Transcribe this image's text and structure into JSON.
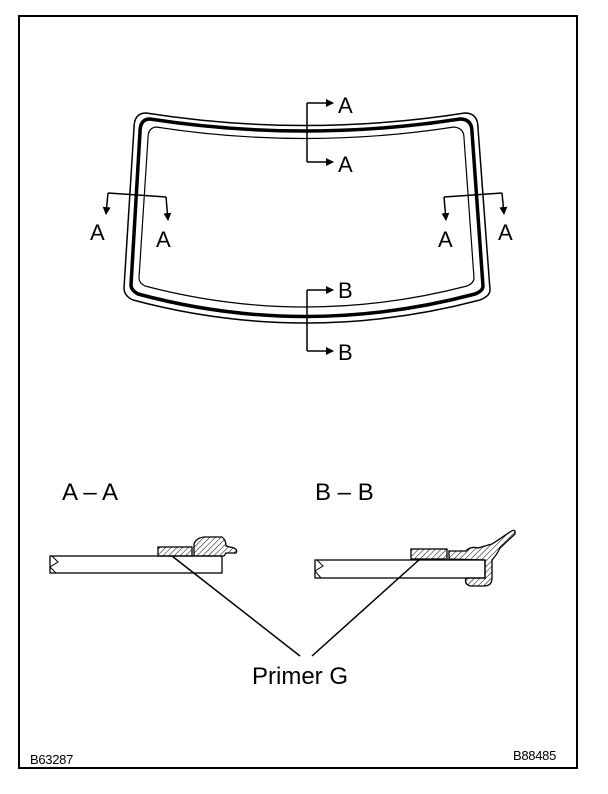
{
  "glass_labels": {
    "top_a1": "A",
    "top_a2": "A",
    "left_a1": "A",
    "left_a2": "A",
    "right_a1": "A",
    "right_a2": "A",
    "bottom_b1": "B",
    "bottom_b2": "B"
  },
  "sections": {
    "aa_title": "A – A",
    "bb_title": "B – B"
  },
  "callout": {
    "primer": "Primer G"
  },
  "codes": {
    "left": "B63287",
    "right": "B88485"
  }
}
